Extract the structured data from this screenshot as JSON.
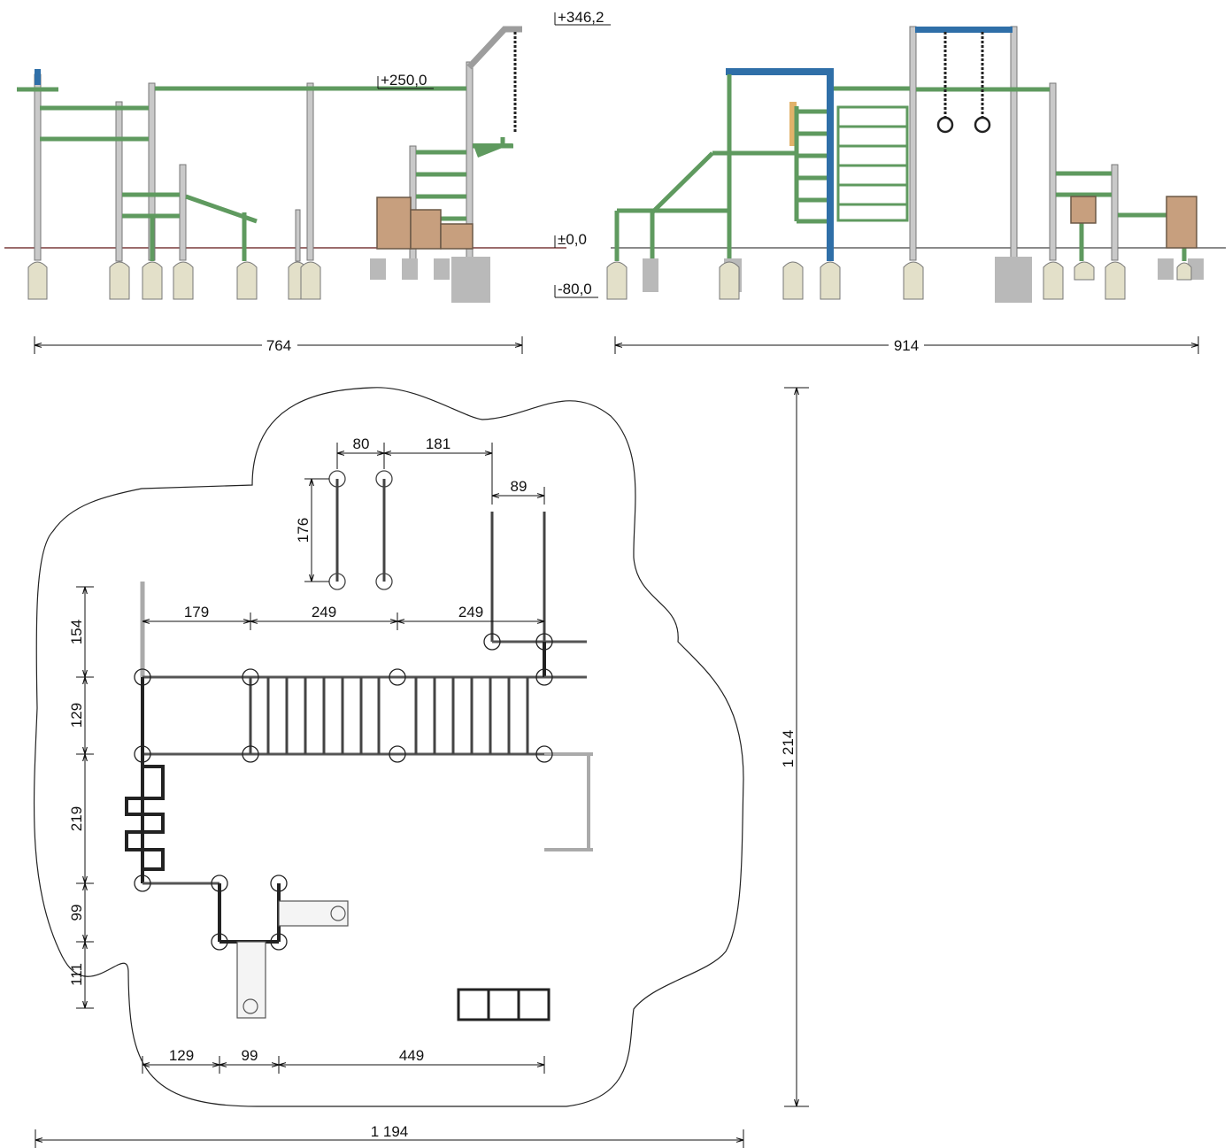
{
  "elevation_left": {
    "width_label": "764",
    "levels": {
      "top": "+346,2",
      "beam": "+250,0",
      "ground": "±0,0",
      "foundation": "-80,0"
    }
  },
  "elevation_right": {
    "width_label": "914"
  },
  "plan": {
    "overall_width": "1 194",
    "overall_height": "1 214",
    "dims_top": [
      "80",
      "181"
    ],
    "dim_left_upper": "176",
    "dim_right_upper": "89",
    "dims_row": [
      "179",
      "249",
      "249"
    ],
    "dims_left_column": [
      "154",
      "129",
      "219",
      "99",
      "111"
    ],
    "dims_bottom": [
      "129",
      "99",
      "449"
    ]
  },
  "colors": {
    "post_grey": "#c9c9c9",
    "footing": "#e3e0c9",
    "frame_green": "#5f9a5f",
    "beam_blue": "#2f6fa8",
    "panel_wood": "#c79f7e",
    "ground_line": "#7a3b3b",
    "concrete": "#b9b9b9"
  }
}
